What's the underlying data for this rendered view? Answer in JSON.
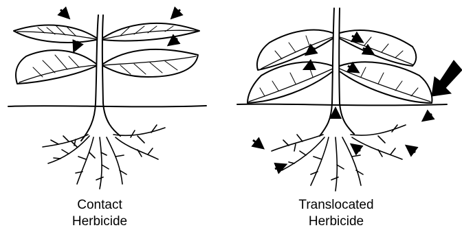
{
  "panels": [
    {
      "id": "contact",
      "caption_line1": "Contact",
      "caption_line2": "Herbicide"
    },
    {
      "id": "translocated",
      "caption_line1": "Translocated",
      "caption_line2": "Herbicide"
    }
  ],
  "colors": {
    "ink": "#000000",
    "background": "#ffffff"
  }
}
